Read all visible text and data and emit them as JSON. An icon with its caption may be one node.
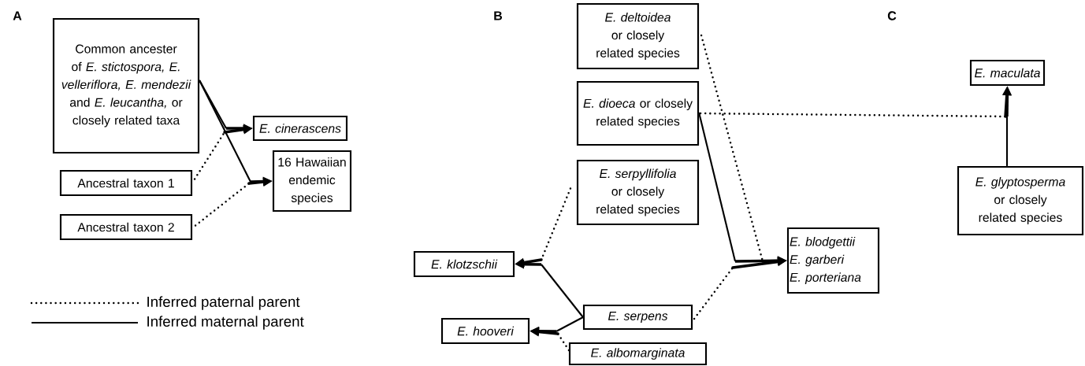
{
  "diagram": {
    "nodes": [
      {
        "text": [
          "Common ancester of *E. stictospora, E. velleriflora, E. mendezii* and *E. leucantha,* or closely related taxa"
        ]
      },
      {
        "text": [
          "E. cinerascens"
        ]
      },
      {
        "text": [
          "16 Hawaiian endemic species"
        ]
      },
      {
        "text": [
          "Ancestral taxon 1"
        ]
      },
      {
        "text": [
          "Ancestral taxon 2"
        ]
      },
      {
        "text": [
          "*E. deltoidea* or closely related species"
        ]
      },
      {
        "text": [
          "*E. dioeca* or closely related species"
        ]
      },
      {
        "text": [
          "*E. serpyllifolia* or closely related species"
        ]
      },
      {
        "text": [
          "E. klotzschii"
        ]
      },
      {
        "text": [
          "E. serpens"
        ]
      },
      {
        "text": [
          "E. hooveri"
        ]
      },
      {
        "text": [
          "E. albomarginata"
        ]
      },
      {
        "text": [
          "E. blodgettii",
          "E. garberi",
          "E. porteriana"
        ]
      },
      {
        "text": [
          "E. maculata"
        ]
      },
      {
        "text": [
          "*E. glyptosperma* or closely related species"
        ]
      }
    ],
    "edges": [
      {
        "from": 0,
        "to": 1,
        "arrow": "to"
      },
      {
        "from": 0,
        "to": 2,
        "arrow": "to"
      },
      {
        "from": 3,
        "to": 1,
        "arrow": "to",
        "style": "dashed"
      },
      {
        "from": 4,
        "to": 2,
        "arrow": "to",
        "style": "dashed"
      },
      {
        "from": 6,
        "to": 12,
        "arrow": "to"
      },
      {
        "from": 5,
        "to": 12,
        "arrow": "to",
        "style": "dashed"
      },
      {
        "from": 9,
        "to": 12,
        "arrow": "to",
        "style": "dashed"
      },
      {
        "from": 9,
        "to": 8,
        "arrow": "to"
      },
      {
        "from": 7,
        "to": 8,
        "arrow": "to",
        "style": "dashed"
      },
      {
        "from": 9,
        "to": 10,
        "arrow": "to"
      },
      {
        "from": 11,
        "to": 10,
        "arrow": "to",
        "style": "dashed"
      },
      {
        "from": 14,
        "to": 13,
        "arrow": "to"
      },
      {
        "from": 6,
        "to": 13,
        "arrow": "to",
        "style": "dashed"
      }
    ],
    "labels": [
      "A",
      "B",
      "C"
    ],
    "legend": [
      {
        "text": "Inferred paternal parent"
      },
      {
        "text": "Inferred maternal parent"
      }
    ]
  }
}
